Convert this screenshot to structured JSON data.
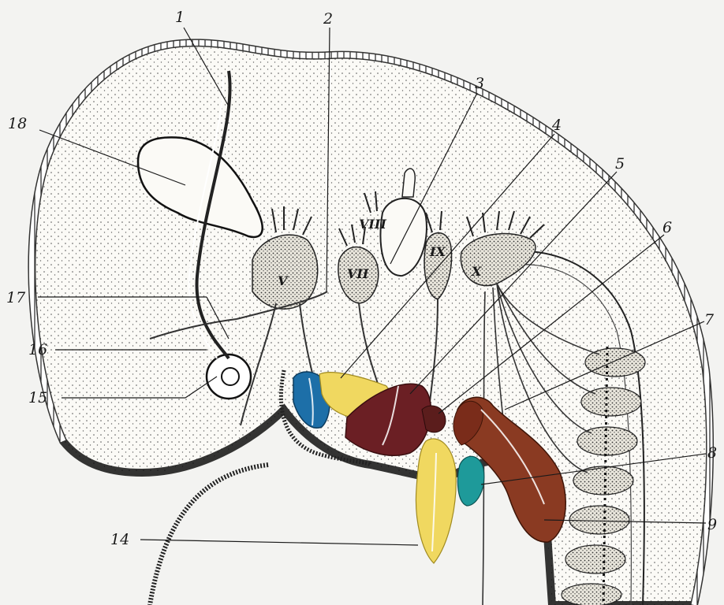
{
  "labels": {
    "l1": "1",
    "l2": "2",
    "l3": "3",
    "l4": "4",
    "l5": "5",
    "l6": "6",
    "l7": "7",
    "l8": "8",
    "l9": "9",
    "l14": "14",
    "l15": "15",
    "l16": "16",
    "l17": "17",
    "l18": "18"
  },
  "roman": {
    "V": "V",
    "VII": "VII",
    "VIII": "VIII",
    "IX": "IX",
    "X": "X"
  },
  "colors": {
    "blue": "#1d6fa8",
    "yellow": "#f0d860",
    "maroon": "#6b1f24",
    "brown": "#8a3a22",
    "teal": "#1e9a9a",
    "ink": "#1a1a1a",
    "stipple": "#fbfaf6"
  }
}
